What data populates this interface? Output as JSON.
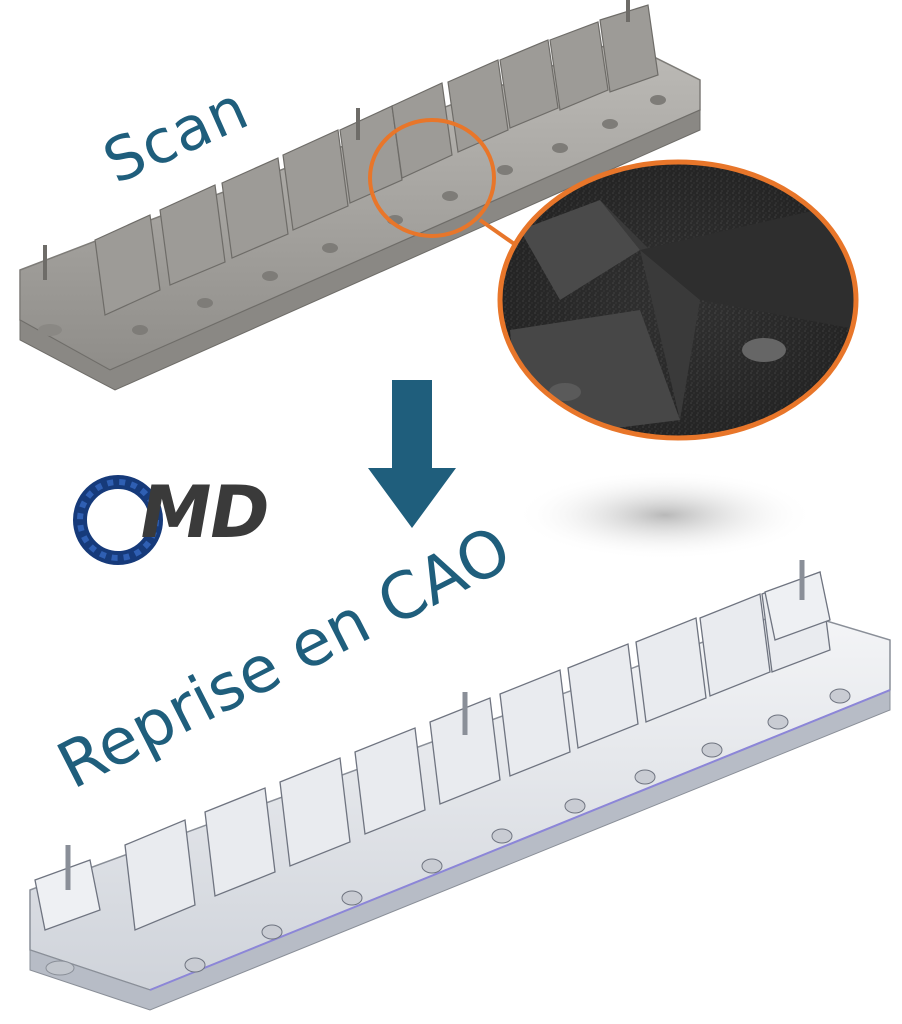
{
  "labels": {
    "scan": "Scan",
    "cad": "Reprise en CAO"
  },
  "logo": {
    "text": "MD"
  },
  "icons": {
    "arrow": "down-arrow-icon",
    "logo_ring": "bearing-icon"
  },
  "colors": {
    "label": "#1f5e7c",
    "arrow": "#1f5e7c",
    "highlight": "#e8762a",
    "scan_part": "#a8a6a2",
    "cad_part": "#e4e6ea"
  }
}
